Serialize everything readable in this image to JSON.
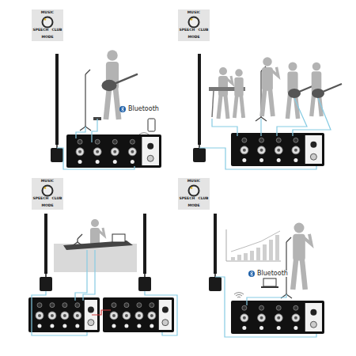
{
  "diagram": {
    "nodes": [
      {
        "text": [
          "MUSIC",
          "SPEECH",
          "CLUB",
          "MODE"
        ]
      },
      {
        "text": [
          "MUSIC",
          "SPEECH",
          "CLUB",
          "MODE"
        ]
      },
      {
        "text": [
          "MUSIC",
          "SPEECH",
          "CLUB",
          "MODE"
        ]
      },
      {
        "text": [
          "MUSIC",
          "SPEECH",
          "CLUB",
          "MODE"
        ]
      }
    ],
    "labels": [
      "Bluetooth",
      "Bluetooth"
    ]
  }
}
